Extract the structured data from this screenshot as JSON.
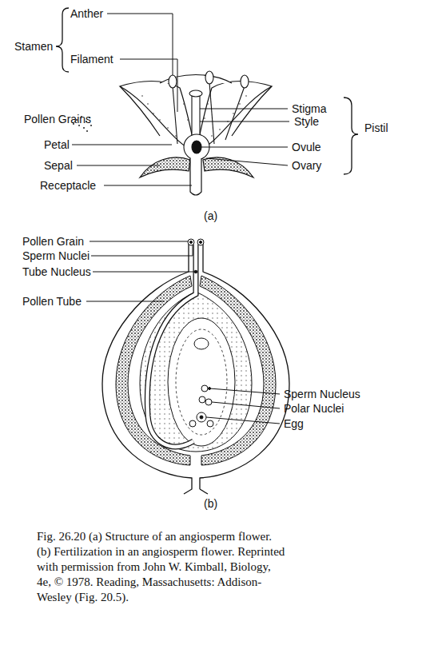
{
  "diagram": {
    "caption": "Fig. 26.20 (a) Structure of an angiosperm flower. (b) Fertilization in an angiosperm flower. Reprinted with permission from John W. Kimball, Biology, 4e, © 1978. Reading, Massachusetts: Addison-Wesley (Fig. 20.5).",
    "labels": [
      "Stamen",
      "Anther",
      "Filament",
      "Pollen Grains",
      "Petal",
      "Sepal",
      "Receptacle",
      "Stigma",
      "Style",
      "Pistil",
      "Ovule",
      "Ovary",
      "(a)",
      "Pollen Grain",
      "Sperm Nuclei",
      "Tube Nucleus",
      "Pollen Tube",
      "Sperm Nucleus",
      "Polar Nuclei",
      "Egg",
      "(b)"
    ]
  }
}
